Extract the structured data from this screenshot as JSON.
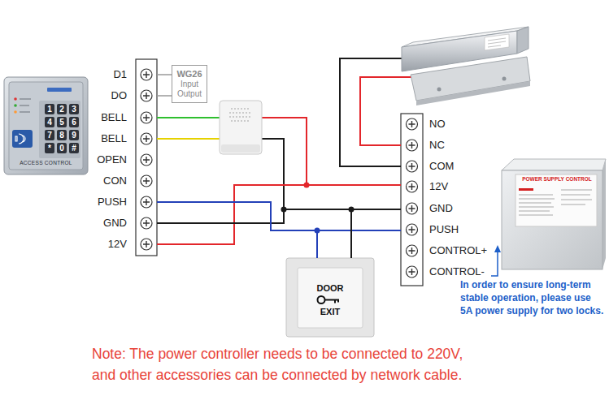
{
  "diagram": {
    "nodes": [
      {
        "text": [
          "ACCESS CONTROL"
        ]
      },
      {
        "text": [
          "1"
        ],
        "in": 0
      },
      {
        "text": [
          "2"
        ],
        "in": 0
      },
      {
        "text": [
          "3"
        ],
        "in": 0
      },
      {
        "text": [
          "4"
        ],
        "in": 0
      },
      {
        "text": [
          "5"
        ],
        "in": 0
      },
      {
        "text": [
          "6"
        ],
        "in": 0
      },
      {
        "text": [
          "7"
        ],
        "in": 0
      },
      {
        "text": [
          "8"
        ],
        "in": 0
      },
      {
        "text": [
          "9"
        ],
        "in": 0
      },
      {
        "text": [
          "*"
        ],
        "in": 0
      },
      {
        "text": [
          "0"
        ],
        "in": 0
      },
      {
        "text": [
          "#"
        ],
        "in": 0
      },
      {
        "text": [
          "D1",
          "DO",
          "BELL",
          "BELL",
          "OPEN",
          "CON",
          "PUSH",
          "GND",
          "12V"
        ]
      },
      {
        "text": [
          "WG26",
          "Input Output"
        ]
      },
      {
        "text": [
          "NO",
          "NC",
          "COM",
          "12V",
          "GND",
          "PUSH",
          "CONTROL+",
          "CONTROL-"
        ]
      },
      {
        "text": [
          "POWER SUPPLY CONTROL"
        ]
      },
      {
        "text": [
          "DOOR",
          "EXIT"
        ]
      }
    ],
    "edges": [
      {
        "from": 13,
        "to": 14,
        "arrow": "none"
      },
      {
        "from": 13,
        "to": 14,
        "arrow": "none"
      },
      {
        "from": 13,
        "to": 15,
        "arrow": "none"
      },
      {
        "from": 13,
        "to": 15,
        "arrow": "none"
      },
      {
        "from": 13,
        "to": 15,
        "arrow": "none"
      },
      {
        "from": 13,
        "to": 17,
        "arrow": "none"
      },
      {
        "from": 17,
        "to": 15,
        "arrow": "none"
      }
    ],
    "labels": [
      "In order to ensure long-term stable operation, please use 5A power supply for two locks.",
      "Note: The power controller needs to be connected to 220V, and other accessories can be connected by network cable."
    ]
  }
}
